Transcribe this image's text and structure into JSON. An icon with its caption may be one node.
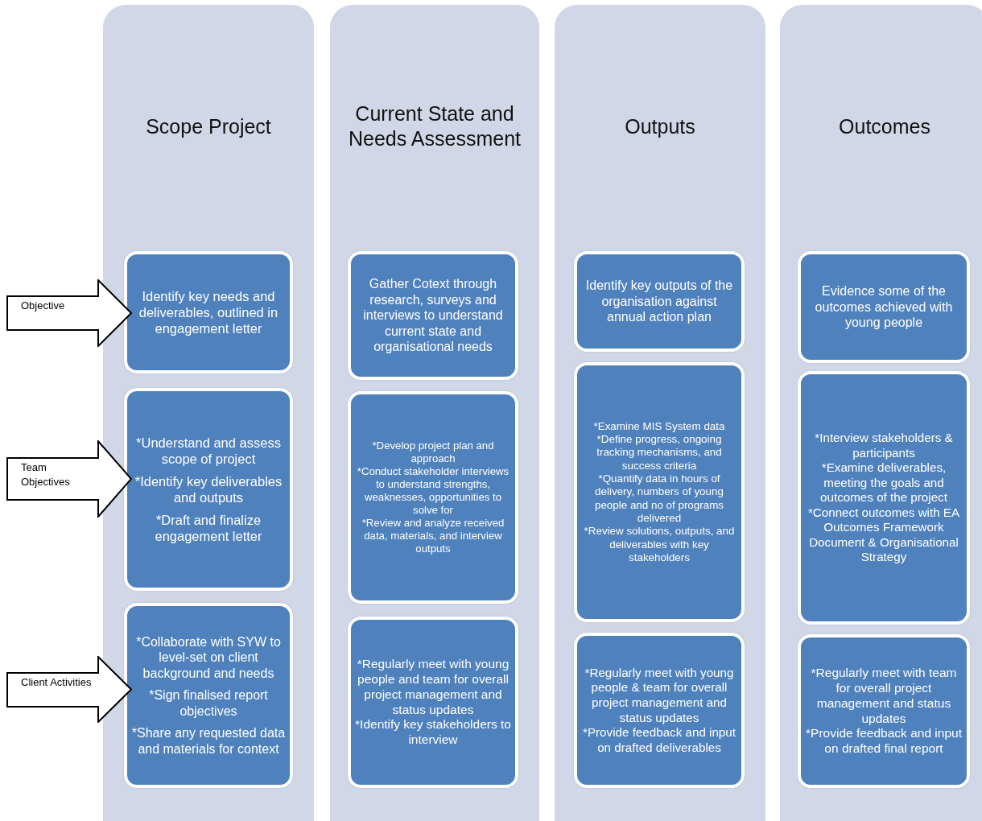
{
  "diagram": {
    "nodes": [
      {
        "text": [
          "Objective"
        ]
      },
      {
        "text": [
          "Team Objectives"
        ]
      },
      {
        "text": [
          "Client Activities"
        ]
      },
      {
        "text": [
          "Scope Project"
        ]
      },
      {
        "text": [
          "Identify key needs and deliverables, outlined in engagement letter"
        ],
        "in": 3
      },
      {
        "text": [
          "*Understand and assess scope of project",
          "*Identify key deliverables and outputs",
          "*Draft and finalize engagement letter"
        ],
        "in": 3
      },
      {
        "text": [
          "*Collaborate with SYW to level-set on client background and needs",
          "*Sign finalised report objectives",
          "*Share any requested data and materials for context"
        ],
        "in": 3
      },
      {
        "text": [
          "Current State and Needs Assessment"
        ]
      },
      {
        "text": [
          "Gather Cotext through research, surveys and interviews to understand current state and organisational needs"
        ],
        "in": 7
      },
      {
        "text": [
          "*Develop project plan and approach",
          "*Conduct stakeholder interviews to understand strengths, weaknesses, opportunities to solve for",
          "*Review and analyze received data, materials, and interview outputs"
        ],
        "in": 7
      },
      {
        "text": [
          "*Regularly meet with young people and team for overall project management and status updates",
          "*Identify key stakeholders to interview"
        ],
        "in": 7
      },
      {
        "text": [
          "Outputs"
        ]
      },
      {
        "text": [
          "Identify key outputs of the organisation against annual action plan"
        ],
        "in": 11
      },
      {
        "text": [
          "*Examine MIS System data",
          "*Define progress, ongoing tracking mechanisms, and success criteria",
          "*Quantify data in hours of delivery, numbers of young people and no of programs delivered",
          "*Review solutions, outputs, and deliverables with key stakeholders"
        ],
        "in": 11
      },
      {
        "text": [
          "*Regularly meet with young people & team for overall project management and status updates",
          "*Provide feedback and input on drafted deliverables"
        ],
        "in": 11
      },
      {
        "text": [
          "Outcomes"
        ]
      },
      {
        "text": [
          "Evidence some of the outcomes achieved with young people"
        ],
        "in": 15
      },
      {
        "text": [
          "*Interview stakeholders & participants",
          "*Examine deliverables, meeting the goals and outcomes of the project",
          "*Connect outcomes with EA Outcomes Framework Document & Organisational Strategy"
        ],
        "in": 15
      },
      {
        "text": [
          "*Regularly meet with team for overall project management and status updates",
          "*Provide feedback and input on drafted final report"
        ],
        "in": 15
      }
    ]
  }
}
